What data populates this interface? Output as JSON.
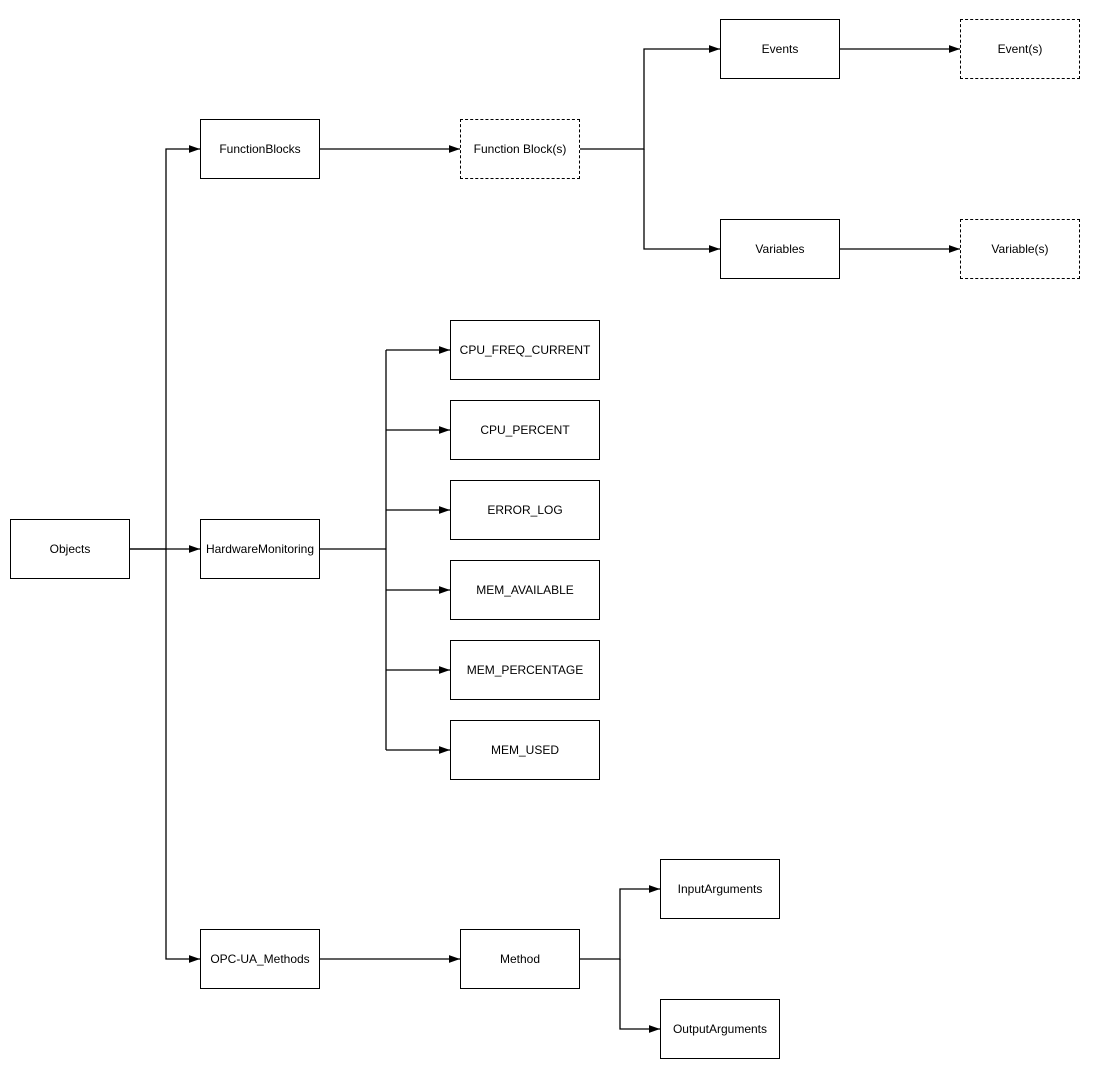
{
  "diagram": {
    "type": "tree",
    "description": "OPC-UA address space object tree",
    "colors": {
      "background": "#ffffff",
      "line": "#000000",
      "box_fill": "#ffffff",
      "text": "#000000"
    },
    "nodes": {
      "objects": {
        "label": "Objects",
        "style": "solid"
      },
      "function_blocks": {
        "label": "FunctionBlocks",
        "style": "solid"
      },
      "function_block_s": {
        "label": "Function Block(s)",
        "style": "dashed"
      },
      "events": {
        "label": "Events",
        "style": "solid"
      },
      "event_s": {
        "label": "Event(s)",
        "style": "dashed"
      },
      "variables": {
        "label": "Variables",
        "style": "solid"
      },
      "variable_s": {
        "label": "Variable(s)",
        "style": "dashed"
      },
      "hardware_monitoring": {
        "label": "HardwareMonitoring",
        "style": "solid"
      },
      "cpu_freq_current": {
        "label": "CPU_FREQ_CURRENT",
        "style": "solid"
      },
      "cpu_percent": {
        "label": "CPU_PERCENT",
        "style": "solid"
      },
      "error_log": {
        "label": "ERROR_LOG",
        "style": "solid"
      },
      "mem_available": {
        "label": "MEM_AVAILABLE",
        "style": "solid"
      },
      "mem_percentage": {
        "label": "MEM_PERCENTAGE",
        "style": "solid"
      },
      "mem_used": {
        "label": "MEM_USED",
        "style": "solid"
      },
      "opc_ua_methods": {
        "label": "OPC-UA_Methods",
        "style": "solid"
      },
      "method": {
        "label": "Method",
        "style": "solid"
      },
      "input_arguments": {
        "label": "InputArguments",
        "style": "solid"
      },
      "output_arguments": {
        "label": "OutputArguments",
        "style": "solid"
      }
    },
    "edges": [
      {
        "from": "Objects",
        "to": "FunctionBlocks"
      },
      {
        "from": "Objects",
        "to": "HardwareMonitoring"
      },
      {
        "from": "Objects",
        "to": "OPC-UA_Methods"
      },
      {
        "from": "FunctionBlocks",
        "to": "Function Block(s)"
      },
      {
        "from": "Function Block(s)",
        "to": "Events"
      },
      {
        "from": "Function Block(s)",
        "to": "Variables"
      },
      {
        "from": "Events",
        "to": "Event(s)"
      },
      {
        "from": "Variables",
        "to": "Variable(s)"
      },
      {
        "from": "HardwareMonitoring",
        "to": "CPU_FREQ_CURRENT"
      },
      {
        "from": "HardwareMonitoring",
        "to": "CPU_PERCENT"
      },
      {
        "from": "HardwareMonitoring",
        "to": "ERROR_LOG"
      },
      {
        "from": "HardwareMonitoring",
        "to": "MEM_AVAILABLE"
      },
      {
        "from": "HardwareMonitoring",
        "to": "MEM_PERCENTAGE"
      },
      {
        "from": "HardwareMonitoring",
        "to": "MEM_USED"
      },
      {
        "from": "OPC-UA_Methods",
        "to": "Method"
      },
      {
        "from": "Method",
        "to": "InputArguments"
      },
      {
        "from": "Method",
        "to": "OutputArguments"
      }
    ]
  }
}
